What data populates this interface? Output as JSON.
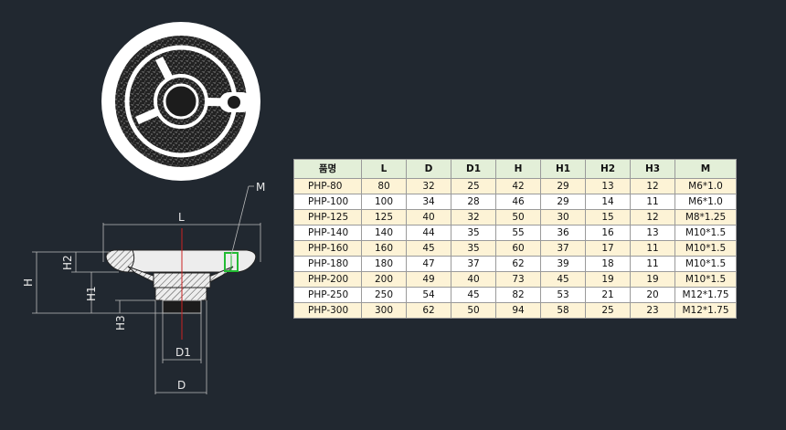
{
  "drawing_labels": {
    "L": "L",
    "M": "M",
    "H": "H",
    "H1": "H1",
    "H2": "H2",
    "H3": "H3",
    "D": "D",
    "D1": "D1"
  },
  "colors": {
    "background": "#212830",
    "header_bg": "#e3efd8",
    "odd_row_bg": "#fdf3d6",
    "even_row_bg": "#ffffff",
    "centerline": "#cc2222",
    "thread_mark": "#22bb33"
  },
  "spec_table": {
    "headers": [
      "품명",
      "L",
      "D",
      "D1",
      "H",
      "H1",
      "H2",
      "H3",
      "M"
    ],
    "rows": [
      [
        "PHP-80",
        "80",
        "32",
        "25",
        "42",
        "29",
        "13",
        "12",
        "M6*1.0"
      ],
      [
        "PHP-100",
        "100",
        "34",
        "28",
        "46",
        "29",
        "14",
        "11",
        "M6*1.0"
      ],
      [
        "PHP-125",
        "125",
        "40",
        "32",
        "50",
        "30",
        "15",
        "12",
        "M8*1.25"
      ],
      [
        "PHP-140",
        "140",
        "44",
        "35",
        "55",
        "36",
        "16",
        "13",
        "M10*1.5"
      ],
      [
        "PHP-160",
        "160",
        "45",
        "35",
        "60",
        "37",
        "17",
        "11",
        "M10*1.5"
      ],
      [
        "PHP-180",
        "180",
        "47",
        "37",
        "62",
        "39",
        "18",
        "11",
        "M10*1.5"
      ],
      [
        "PHP-200",
        "200",
        "49",
        "40",
        "73",
        "45",
        "19",
        "19",
        "M10*1.5"
      ],
      [
        "PHP-250",
        "250",
        "54",
        "45",
        "82",
        "53",
        "21",
        "20",
        "M12*1.75"
      ],
      [
        "PHP-300",
        "300",
        "62",
        "50",
        "94",
        "58",
        "25",
        "23",
        "M12*1.75"
      ]
    ]
  }
}
